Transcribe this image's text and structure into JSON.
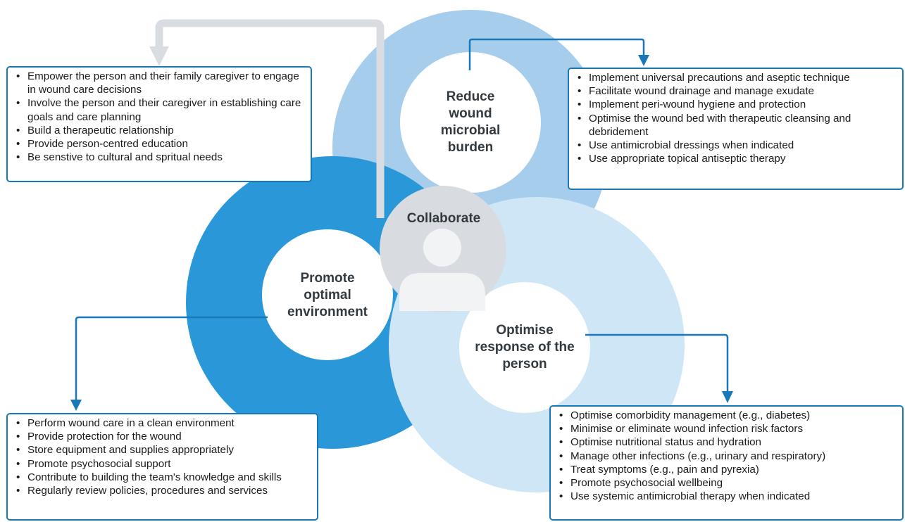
{
  "colors": {
    "reduce_circle": "#a6cdeb",
    "promote_circle": "#2a98d8",
    "optimise_circle": "#cfe6f7",
    "center_circle": "#d8dce0",
    "person_icon": "#f2f3f4",
    "box_border": "#1878b8",
    "loop_arrow": "#d9dde1",
    "label_text": "#333a3f"
  },
  "center": {
    "label": "Collaborate",
    "icon": "person-icon"
  },
  "circles": {
    "reduce": {
      "label_lines": [
        "Reduce",
        "wound",
        "microbial",
        "burden"
      ]
    },
    "promote": {
      "label_lines": [
        "Promote",
        "optimal",
        "environment"
      ]
    },
    "optimise": {
      "label_lines": [
        "Optimise",
        "response of the",
        "person"
      ]
    }
  },
  "boxes": {
    "collaborate": {
      "items": [
        "Empower the person and their family caregiver to engage in wound care decisions",
        "Involve the person and their caregiver in establishing care goals and care planning",
        "Build a therapeutic relationship",
        "Provide person-centred education",
        "Be senstive to cultural and spritual needs"
      ]
    },
    "reduce": {
      "items": [
        "Implement universal precautions and aseptic technique",
        "Facilitate wound drainage and manage exudate",
        "Implement peri-wound hygiene and protection",
        "Optimise the wound bed with therapeutic cleansing and debridement",
        "Use antimicrobial dressings when indicated",
        "Use appropriate topical antiseptic therapy"
      ]
    },
    "promote": {
      "items": [
        "Perform wound care in a clean environment",
        "Provide protection for the wound",
        "Store equipment and supplies appropriately",
        "Promote psychosocial support",
        "Contribute to building the team's knowledge and skills",
        "Regularly review policies, procedures and services"
      ]
    },
    "optimise": {
      "items": [
        "Optimise comorbidity management (e.g., diabetes)",
        "Minimise or eliminate wound infection risk factors",
        "Optimise nutritional status and hydration",
        "Manage other infections (e.g., urinary and respiratory)",
        "Treat symptoms (e.g., pain and pyrexia)",
        "Promote psychosocial wellbeing",
        "Use systemic antimicrobial therapy when indicated"
      ]
    }
  }
}
